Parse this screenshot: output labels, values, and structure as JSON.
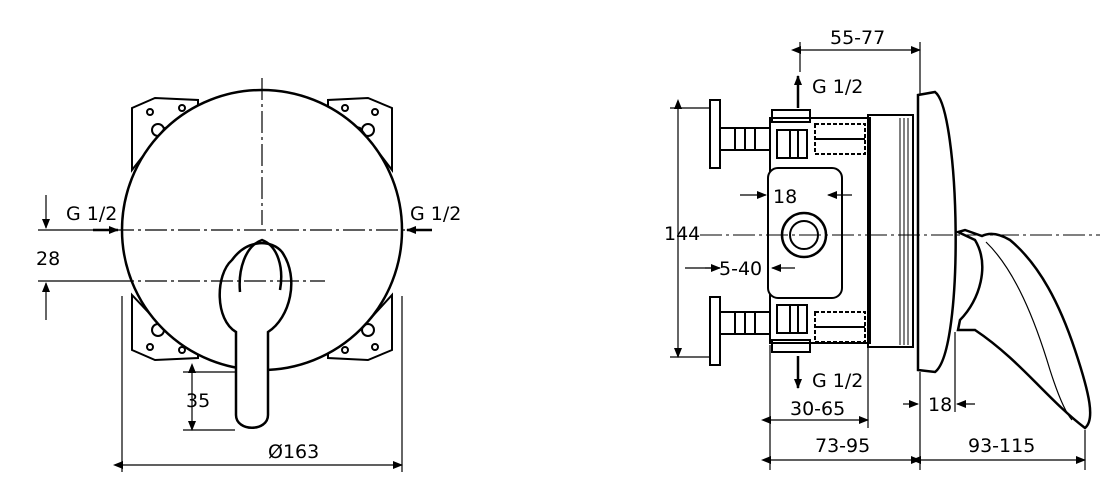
{
  "front_view": {
    "inlet_left": "G 1/2",
    "inlet_right": "G 1/2",
    "dim_height": "28",
    "dim_lever": "35",
    "dim_diameter": "Ø163"
  },
  "side_view": {
    "inlet_top": "G 1/2",
    "inlet_bottom": "G 1/2",
    "dim_top": "55-77",
    "dim_height": "144",
    "dim_inner_box": "18",
    "dim_offset": "5-40",
    "dim_depth_a": "30-65",
    "dim_depth_b": "73-95",
    "dim_spout": "93-115",
    "dim_plate": "18"
  },
  "colors": {
    "line": "#000000",
    "background": "#ffffff"
  }
}
